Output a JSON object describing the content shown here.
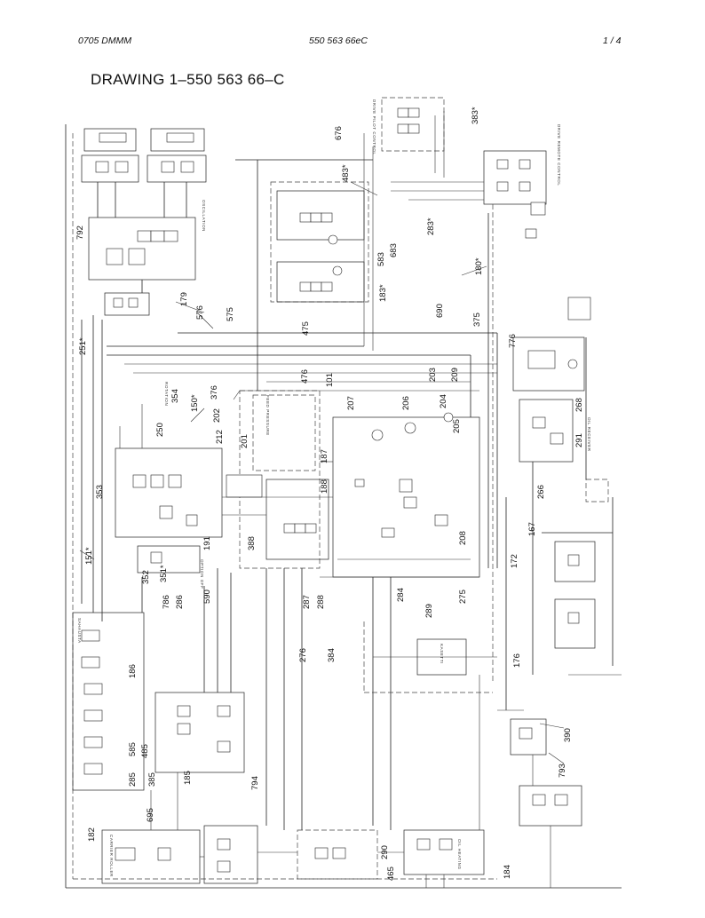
{
  "header": {
    "left": "0705 DMMM",
    "center": "550 563 66eC",
    "right": "1 /   4"
  },
  "title": "DRAWING 1–550 563 66–C",
  "labels": [
    "676",
    "483*",
    "383*",
    "792",
    "179",
    "576",
    "575",
    "283*",
    "583",
    "683",
    "183*",
    "180*",
    "690",
    "375",
    "475",
    "776",
    "251*",
    "354",
    "150*",
    "376",
    "476",
    "101",
    "203",
    "209",
    "207",
    "206",
    "204",
    "205",
    "250",
    "202",
    "212",
    "201",
    "187",
    "188",
    "268",
    "291",
    "353",
    "266",
    "167",
    "191",
    "388",
    "208",
    "172",
    "151*",
    "352",
    "351*",
    "786",
    "286",
    "590",
    "287",
    "288",
    "284",
    "289",
    "275",
    "276",
    "384",
    "176",
    "186",
    "585",
    "485",
    "285",
    "385",
    "185",
    "794",
    "390",
    "793",
    "695",
    "182",
    "290",
    "465",
    "184"
  ],
  "tiny_labels": [
    "DRIVE REMOTE CONTROL",
    "OSCILLATION",
    "ROTATION",
    "FEED PRESSURE",
    "OPTION OFF",
    "KASETTI",
    "OIL HEATING",
    "SAHAUSTA",
    "DRIVE PILOT CONTROL",
    "OIL RECEIVER",
    "CARRIER ROLLER"
  ]
}
